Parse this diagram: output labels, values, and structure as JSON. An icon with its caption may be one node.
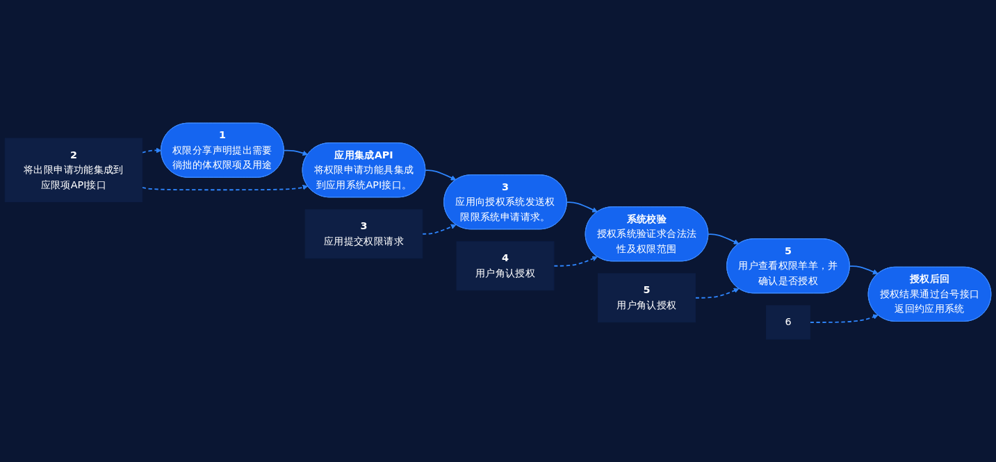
{
  "diagram": {
    "nodes": [
      {
        "text": [
          "1",
          "权限分享声明提出需要徜拙的体权限项及用途"
        ]
      },
      {
        "text": [
          "应用集成API",
          "将权限申请功能具集成到应用系统API接口。"
        ]
      },
      {
        "text": [
          "3",
          "应用向授权系统发送权限限系统申请请求。"
        ]
      },
      {
        "text": [
          "系统校验",
          "授权系统验证求合法法性及权限范围"
        ]
      },
      {
        "text": [
          "5",
          "用户查看权限羊羊，并确认是否授权"
        ]
      },
      {
        "text": [
          "授权后回",
          "授权结果通过台号接口返回约应用系统"
        ]
      },
      {
        "text": [
          "2",
          "将出限申请功能集成到应限项API接口"
        ]
      },
      {
        "text": [
          "3",
          "应用提交权限请求"
        ]
      },
      {
        "text": [
          "4",
          "用户角认授权"
        ]
      },
      {
        "text": [
          "5",
          "用户角认授权"
        ]
      },
      {
        "text": [
          "6"
        ]
      }
    ],
    "edges": [
      {
        "from": 0,
        "to": 1,
        "arrow": "to"
      },
      {
        "from": 1,
        "to": 2,
        "arrow": "to"
      },
      {
        "from": 2,
        "to": 3,
        "arrow": "to"
      },
      {
        "from": 3,
        "to": 4,
        "arrow": "to"
      },
      {
        "from": 4,
        "to": 5,
        "arrow": "to"
      },
      {
        "from": 6,
        "to": 0,
        "arrow": "to",
        "style": "dashed"
      },
      {
        "from": 6,
        "to": 1,
        "arrow": "to",
        "style": "dashed"
      },
      {
        "from": 7,
        "to": 2,
        "arrow": "to",
        "style": "dashed"
      },
      {
        "from": 8,
        "to": 3,
        "arrow": "to",
        "style": "dashed"
      },
      {
        "from": 9,
        "to": 4,
        "arrow": "to",
        "style": "dashed"
      },
      {
        "from": 10,
        "to": 5,
        "arrow": "to",
        "style": "dashed"
      }
    ]
  }
}
